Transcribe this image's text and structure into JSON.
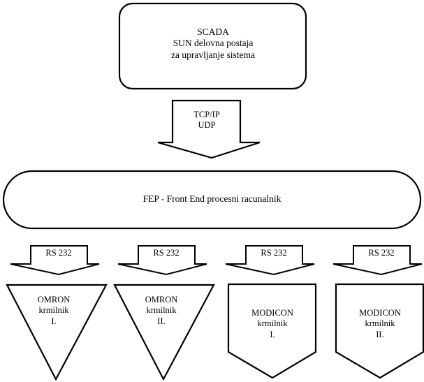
{
  "diagram": {
    "title_text": "SCADA\nSUN delovna postaja\nza upravljanje sistema",
    "nodes": {
      "scada": {
        "shape": "rounded-rectangle",
        "label": "SCADA\nSUN delovna postaja\nza upravljanje sistema"
      },
      "fep": {
        "shape": "stadium",
        "label": "FEP - Front End procesni racunalnik"
      },
      "omron_1": {
        "shape": "down-triangle",
        "label": "OMRON\nkrmilnik\nI."
      },
      "omron_2": {
        "shape": "down-triangle",
        "label": "OMRON\nkrmilnik\nII."
      },
      "modicon_1": {
        "shape": "down-pentagon",
        "label": "MODICON\nkrmilnik\nI."
      },
      "modicon_2": {
        "shape": "down-pentagon",
        "label": "MODICON\nkrmilnik\nII."
      }
    },
    "connectors": {
      "scada_to_fep": {
        "shape": "down-block-arrow",
        "label": "TCP/IP\nUDP"
      },
      "fep_to_omron_1": {
        "shape": "down-block-arrow",
        "label": "RS 232"
      },
      "fep_to_omron_2": {
        "shape": "down-block-arrow",
        "label": "RS 232"
      },
      "fep_to_modicon_1": {
        "shape": "down-block-arrow",
        "label": "RS 232"
      },
      "fep_to_modicon_2": {
        "shape": "down-block-arrow",
        "label": "RS 232"
      }
    },
    "colors": {
      "background": "#ffffff",
      "stroke": "#000000",
      "fill": "#ffffff",
      "text": "#000000"
    }
  }
}
